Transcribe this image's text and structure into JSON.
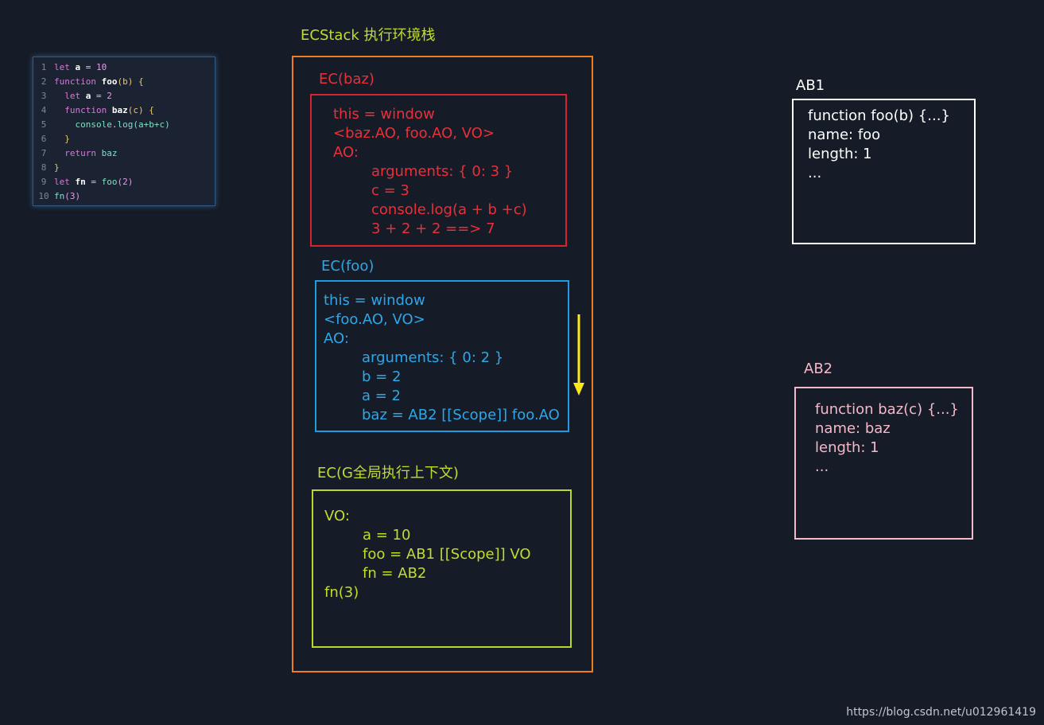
{
  "code": {
    "lines": [
      {
        "n": "1",
        "tokens": [
          {
            "t": "let ",
            "c": "kw"
          },
          {
            "t": "a",
            "c": "id"
          },
          {
            "t": " = ",
            "c": "plain"
          },
          {
            "t": "10",
            "c": "num"
          }
        ]
      },
      {
        "n": "2",
        "tokens": [
          {
            "t": "function ",
            "c": "kw"
          },
          {
            "t": "foo",
            "c": "id"
          },
          {
            "t": "(b) ",
            "c": "brace"
          },
          {
            "t": "{",
            "c": "brace"
          }
        ]
      },
      {
        "n": "3",
        "tokens": [
          {
            "t": "  let ",
            "c": "kw"
          },
          {
            "t": "a",
            "c": "id"
          },
          {
            "t": " = ",
            "c": "plain"
          },
          {
            "t": "2",
            "c": "num"
          }
        ]
      },
      {
        "n": "4",
        "tokens": [
          {
            "t": "  function ",
            "c": "kw"
          },
          {
            "t": "baz",
            "c": "id"
          },
          {
            "t": "(c) ",
            "c": "brace"
          },
          {
            "t": "{",
            "c": "brace"
          }
        ]
      },
      {
        "n": "5",
        "tokens": [
          {
            "t": "    console",
            "c": "fn"
          },
          {
            "t": ".",
            "c": "plain"
          },
          {
            "t": "log",
            "c": "fn"
          },
          {
            "t": "(a+b+c)",
            "c": "fn"
          }
        ]
      },
      {
        "n": "6",
        "tokens": [
          {
            "t": "  }",
            "c": "brace"
          }
        ]
      },
      {
        "n": "7",
        "tokens": [
          {
            "t": "  return ",
            "c": "kw"
          },
          {
            "t": "baz",
            "c": "fn"
          }
        ]
      },
      {
        "n": "8",
        "tokens": [
          {
            "t": "}",
            "c": "brace"
          }
        ]
      },
      {
        "n": "9",
        "tokens": [
          {
            "t": "let ",
            "c": "kw"
          },
          {
            "t": "fn",
            "c": "id"
          },
          {
            "t": " = ",
            "c": "plain"
          },
          {
            "t": "foo",
            "c": "fn"
          },
          {
            "t": "(2)",
            "c": "num"
          }
        ]
      },
      {
        "n": "10",
        "tokens": [
          {
            "t": "fn",
            "c": "fn"
          },
          {
            "t": "(3)",
            "c": "num"
          }
        ]
      }
    ]
  },
  "ecstack": {
    "title": "ECStack 执行环境栈",
    "ec_baz": {
      "title": "EC(baz)",
      "lines": [
        "this = window",
        "<baz.AO, foo.AO, VO>",
        "AO:",
        "arguments: { 0: 3 }",
        "c = 3",
        "console.log(a + b +c)",
        "3 + 2 + 2 ==> 7"
      ]
    },
    "ec_foo": {
      "title": "EC(foo)",
      "lines": [
        "this = window",
        "<foo.AO, VO>",
        "AO:",
        "arguments: { 0: 2 }",
        "b = 2",
        "a = 2",
        "baz = AB2 [[Scope]] foo.AO"
      ]
    },
    "ec_global": {
      "title": "EC(G全局执行上下文)",
      "lines": [
        "VO:",
        "a = 10",
        "foo = AB1 [[Scope]] VO",
        "fn = AB2",
        "",
        "fn(3)"
      ]
    }
  },
  "ab1": {
    "title": "AB1",
    "lines": [
      "function foo(b) {...}",
      "",
      "name: foo",
      "length: 1",
      "..."
    ]
  },
  "ab2": {
    "title": "AB2",
    "lines": [
      "function baz(c) {...}",
      "",
      "name: baz",
      "length: 1",
      "..."
    ]
  },
  "colors": {
    "background": "#161c27",
    "ecstack_frame": "#f07c1e",
    "ec_baz": "#d7232d",
    "ec_foo": "#1f9be0",
    "ec_global": "#b8d82a",
    "ab1": "#ffffff",
    "ab2": "#f5b9c9",
    "arrow": "#ffe81a"
  },
  "watermark": "https://blog.csdn.net/u012961419"
}
